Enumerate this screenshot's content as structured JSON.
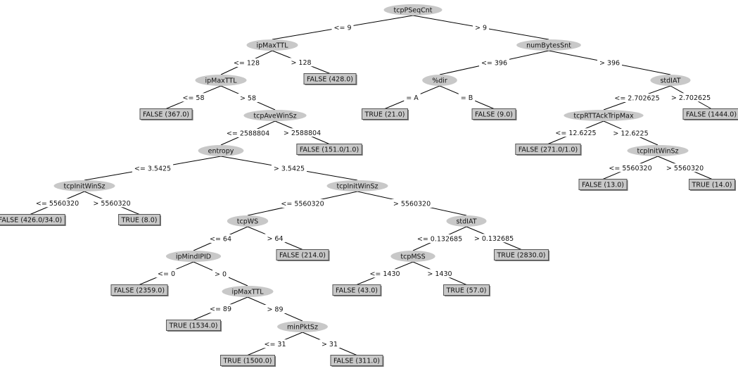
{
  "nodes": [
    {
      "id": "n0",
      "label": "tcpPSeqCnt",
      "type": "split"
    },
    {
      "id": "n1",
      "label": "ipMaxTTL",
      "type": "split"
    },
    {
      "id": "n2",
      "label": "numBytesSnt",
      "type": "split"
    },
    {
      "id": "n3",
      "label": "ipMaxTTL",
      "type": "split"
    },
    {
      "id": "l1",
      "label": "FALSE (428.0)",
      "type": "leaf"
    },
    {
      "id": "n5",
      "label": "%dir",
      "type": "split"
    },
    {
      "id": "n6",
      "label": "stdIAT",
      "type": "split"
    },
    {
      "id": "l2",
      "label": "FALSE (367.0)",
      "type": "leaf"
    },
    {
      "id": "n8",
      "label": "tcpAveWinSz",
      "type": "split"
    },
    {
      "id": "l3",
      "label": "TRUE (21.0)",
      "type": "leaf"
    },
    {
      "id": "l4",
      "label": "FALSE (9.0)",
      "type": "leaf"
    },
    {
      "id": "n11",
      "label": "tcpRTTAckTripMax",
      "type": "split"
    },
    {
      "id": "l5",
      "label": "FALSE (1444.0)",
      "type": "leaf"
    },
    {
      "id": "n13",
      "label": "entropy",
      "type": "split"
    },
    {
      "id": "l6",
      "label": "FALSE (151.0/1.0)",
      "type": "leaf"
    },
    {
      "id": "l7",
      "label": "FALSE (271.0/1.0)",
      "type": "leaf"
    },
    {
      "id": "n16",
      "label": "tcpInitWinSz",
      "type": "split"
    },
    {
      "id": "n17",
      "label": "tcpInitWinSz",
      "type": "split"
    },
    {
      "id": "n18",
      "label": "tcpInitWinSz",
      "type": "split"
    },
    {
      "id": "l8",
      "label": "FALSE (13.0)",
      "type": "leaf"
    },
    {
      "id": "l9",
      "label": "TRUE (14.0)",
      "type": "leaf"
    },
    {
      "id": "l10",
      "label": "FALSE (426.0/34.0)",
      "type": "leaf"
    },
    {
      "id": "l11",
      "label": "TRUE (8.0)",
      "type": "leaf"
    },
    {
      "id": "n23",
      "label": "tcpWS",
      "type": "split"
    },
    {
      "id": "n24",
      "label": "stdIAT",
      "type": "split"
    },
    {
      "id": "n25",
      "label": "ipMindIPID",
      "type": "split"
    },
    {
      "id": "l12",
      "label": "FALSE (214.0)",
      "type": "leaf"
    },
    {
      "id": "n27",
      "label": "tcpMSS",
      "type": "split"
    },
    {
      "id": "l13",
      "label": "TRUE (2830.0)",
      "type": "leaf"
    },
    {
      "id": "l14",
      "label": "FALSE (2359.0)",
      "type": "leaf"
    },
    {
      "id": "n30",
      "label": "ipMaxTTL",
      "type": "split"
    },
    {
      "id": "l15",
      "label": "FALSE (43.0)",
      "type": "leaf"
    },
    {
      "id": "l16",
      "label": "TRUE (57.0)",
      "type": "leaf"
    },
    {
      "id": "l17",
      "label": "TRUE (1534.0)",
      "type": "leaf"
    },
    {
      "id": "n34",
      "label": "minPktSz",
      "type": "split"
    },
    {
      "id": "l18",
      "label": "TRUE (1500.0)",
      "type": "leaf"
    },
    {
      "id": "l19",
      "label": "FALSE (311.0)",
      "type": "leaf"
    }
  ],
  "edges": [
    {
      "from": "n0",
      "to": "n1",
      "label": "<= 9"
    },
    {
      "from": "n0",
      "to": "n2",
      "label": "> 9"
    },
    {
      "from": "n1",
      "to": "n3",
      "label": "<= 128"
    },
    {
      "from": "n1",
      "to": "l1",
      "label": "> 128"
    },
    {
      "from": "n2",
      "to": "n5",
      "label": "<= 396"
    },
    {
      "from": "n2",
      "to": "n6",
      "label": "> 396"
    },
    {
      "from": "n3",
      "to": "l2",
      "label": "<= 58"
    },
    {
      "from": "n3",
      "to": "n8",
      "label": "> 58"
    },
    {
      "from": "n5",
      "to": "l3",
      "label": "= A"
    },
    {
      "from": "n5",
      "to": "l4",
      "label": "= B"
    },
    {
      "from": "n6",
      "to": "n11",
      "label": "<= 2.702625"
    },
    {
      "from": "n6",
      "to": "l5",
      "label": "> 2.702625"
    },
    {
      "from": "n8",
      "to": "n13",
      "label": "<= 2588804"
    },
    {
      "from": "n8",
      "to": "l6",
      "label": "> 2588804"
    },
    {
      "from": "n11",
      "to": "l7",
      "label": "<= 12.6225"
    },
    {
      "from": "n11",
      "to": "n16",
      "label": "> 12.6225"
    },
    {
      "from": "n13",
      "to": "n17",
      "label": "<= 3.5425"
    },
    {
      "from": "n13",
      "to": "n18",
      "label": "> 3.5425"
    },
    {
      "from": "n16",
      "to": "l8",
      "label": "<= 5560320"
    },
    {
      "from": "n16",
      "to": "l9",
      "label": "> 5560320"
    },
    {
      "from": "n17",
      "to": "l10",
      "label": "<= 5560320"
    },
    {
      "from": "n17",
      "to": "l11",
      "label": "> 5560320"
    },
    {
      "from": "n18",
      "to": "n23",
      "label": "<= 5560320"
    },
    {
      "from": "n18",
      "to": "n24",
      "label": "> 5560320"
    },
    {
      "from": "n23",
      "to": "n25",
      "label": "<= 64"
    },
    {
      "from": "n23",
      "to": "l12",
      "label": "> 64"
    },
    {
      "from": "n24",
      "to": "n27",
      "label": "<= 0.132685"
    },
    {
      "from": "n24",
      "to": "l13",
      "label": "> 0.132685"
    },
    {
      "from": "n25",
      "to": "l14",
      "label": "<= 0"
    },
    {
      "from": "n25",
      "to": "n30",
      "label": "> 0"
    },
    {
      "from": "n27",
      "to": "l15",
      "label": "<= 1430"
    },
    {
      "from": "n27",
      "to": "l16",
      "label": "> 1430"
    },
    {
      "from": "n30",
      "to": "l17",
      "label": "<= 89"
    },
    {
      "from": "n30",
      "to": "n34",
      "label": "> 89"
    },
    {
      "from": "n34",
      "to": "l18",
      "label": "<= 31"
    },
    {
      "from": "n34",
      "to": "l19",
      "label": "> 31"
    }
  ]
}
